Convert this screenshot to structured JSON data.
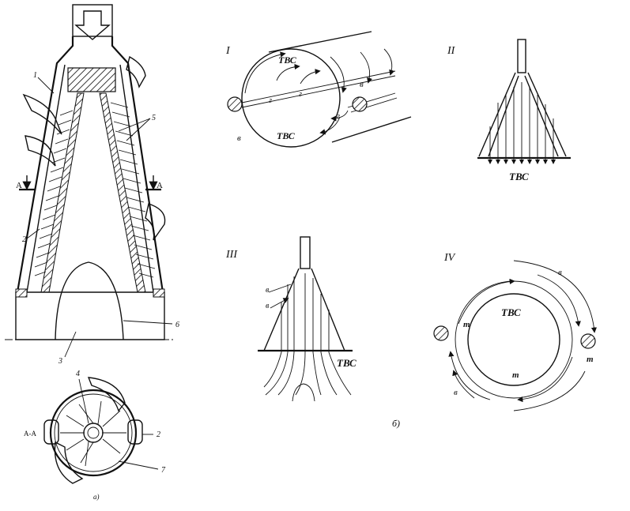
{
  "figure_a": {
    "labels": [
      "1",
      "2",
      "3",
      "4",
      "5",
      "6",
      "7",
      "2"
    ],
    "section_mark": "A",
    "section_label": "А-А",
    "caption": "а)"
  },
  "figure_b": {
    "caption": "б)",
    "panels": {
      "p1": {
        "numeral": "I",
        "tvs": "ТВС",
        "letters_v": "в",
        "letters_g": "г"
      },
      "p2": {
        "numeral": "II",
        "tvs": "ТВС"
      },
      "p3": {
        "numeral": "III",
        "tvs": "ТВС",
        "letters_v": "в"
      },
      "p4": {
        "numeral": "IV",
        "tvs": "ТВС",
        "letters_v": "в",
        "letters_m": "т"
      }
    }
  }
}
